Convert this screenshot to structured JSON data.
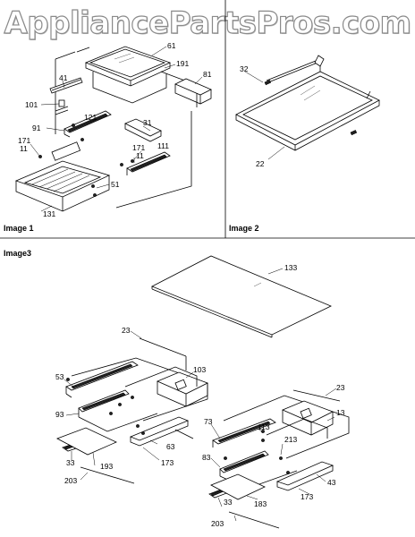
{
  "watermark": "AppliancePartsPros.com",
  "panels": {
    "image1": "Image 1",
    "image2": "Image 2",
    "image3": "Image3"
  },
  "callouts": {
    "p61": "61",
    "p191": "191",
    "p81": "81",
    "p41": "41",
    "p101": "101",
    "p91": "91",
    "p121": "121",
    "p31": "31",
    "p171a": "171",
    "p11a": "11",
    "p171b": "171",
    "p11b": "11",
    "p111": "111",
    "p51": "51",
    "p131": "131",
    "p32": "32",
    "p22": "22",
    "p133": "133",
    "p23a": "23",
    "p103": "103",
    "p53": "53",
    "p93": "93",
    "p63": "63",
    "p173a": "173",
    "p33a": "33",
    "p193": "193",
    "p203a": "203",
    "p23b": "23",
    "p13": "13",
    "p73": "73",
    "p113": "113",
    "p213": "213",
    "p83": "83",
    "p43": "43",
    "p173b": "173",
    "p33b": "33",
    "p183": "183",
    "p203b": "203"
  }
}
